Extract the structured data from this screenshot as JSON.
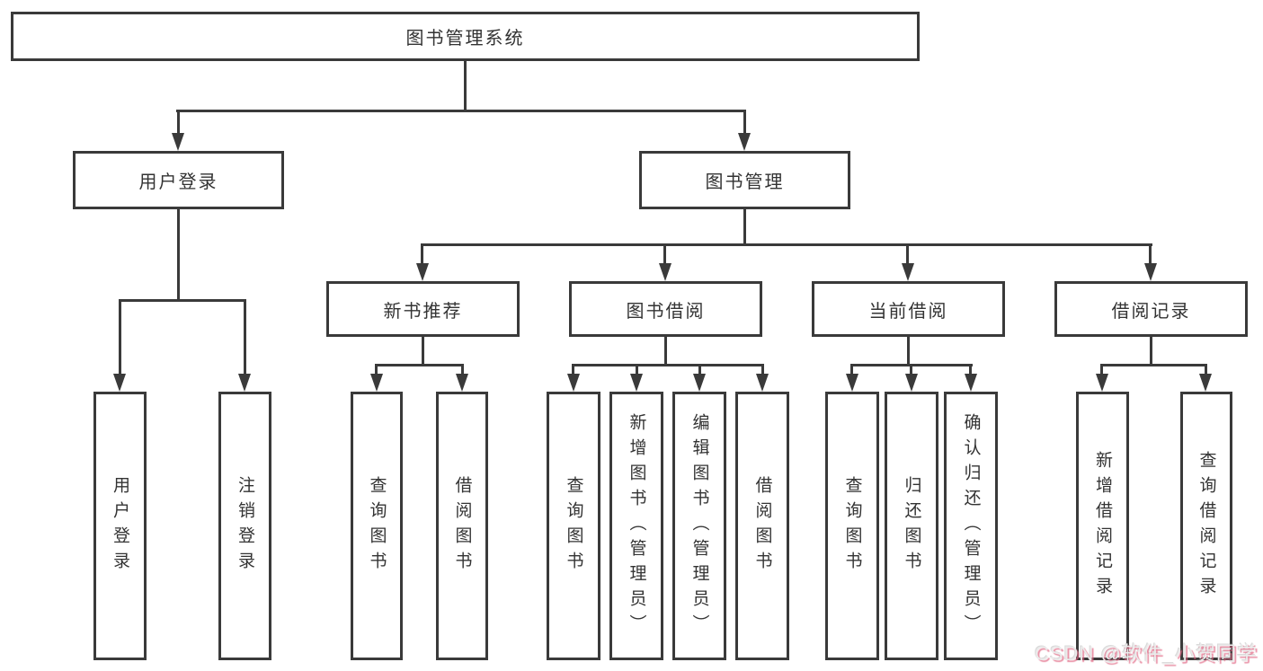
{
  "diagram": {
    "root": {
      "label": "图书管理系统"
    },
    "level2": [
      {
        "label": "用户登录"
      },
      {
        "label": "图书管理"
      }
    ],
    "level3": [
      {
        "label": "新书推荐"
      },
      {
        "label": "图书借阅"
      },
      {
        "label": "当前借阅"
      },
      {
        "label": "借阅记录"
      }
    ],
    "leaves": {
      "login": [
        {
          "label": "用户登录"
        },
        {
          "label": "注销登录"
        }
      ],
      "newbook": [
        {
          "label": "查询图书"
        },
        {
          "label": "借阅图书"
        }
      ],
      "borrow": [
        {
          "label": "查询图书"
        },
        {
          "label": "新增图书（管理员）"
        },
        {
          "label": "编辑图书（管理员）"
        },
        {
          "label": "借阅图书"
        }
      ],
      "current": [
        {
          "label": "查询图书"
        },
        {
          "label": "归还图书"
        },
        {
          "label": "确认归还（管理员）"
        }
      ],
      "record": [
        {
          "label": "新增借阅记录"
        },
        {
          "label": "查询借阅记录"
        }
      ]
    }
  },
  "watermark": {
    "text": "CSDN @软件_小贺同学"
  },
  "colors": {
    "line": "#3a3a3a",
    "text": "#333333",
    "background": "#ffffff",
    "watermark_shadow": "#e06482"
  }
}
